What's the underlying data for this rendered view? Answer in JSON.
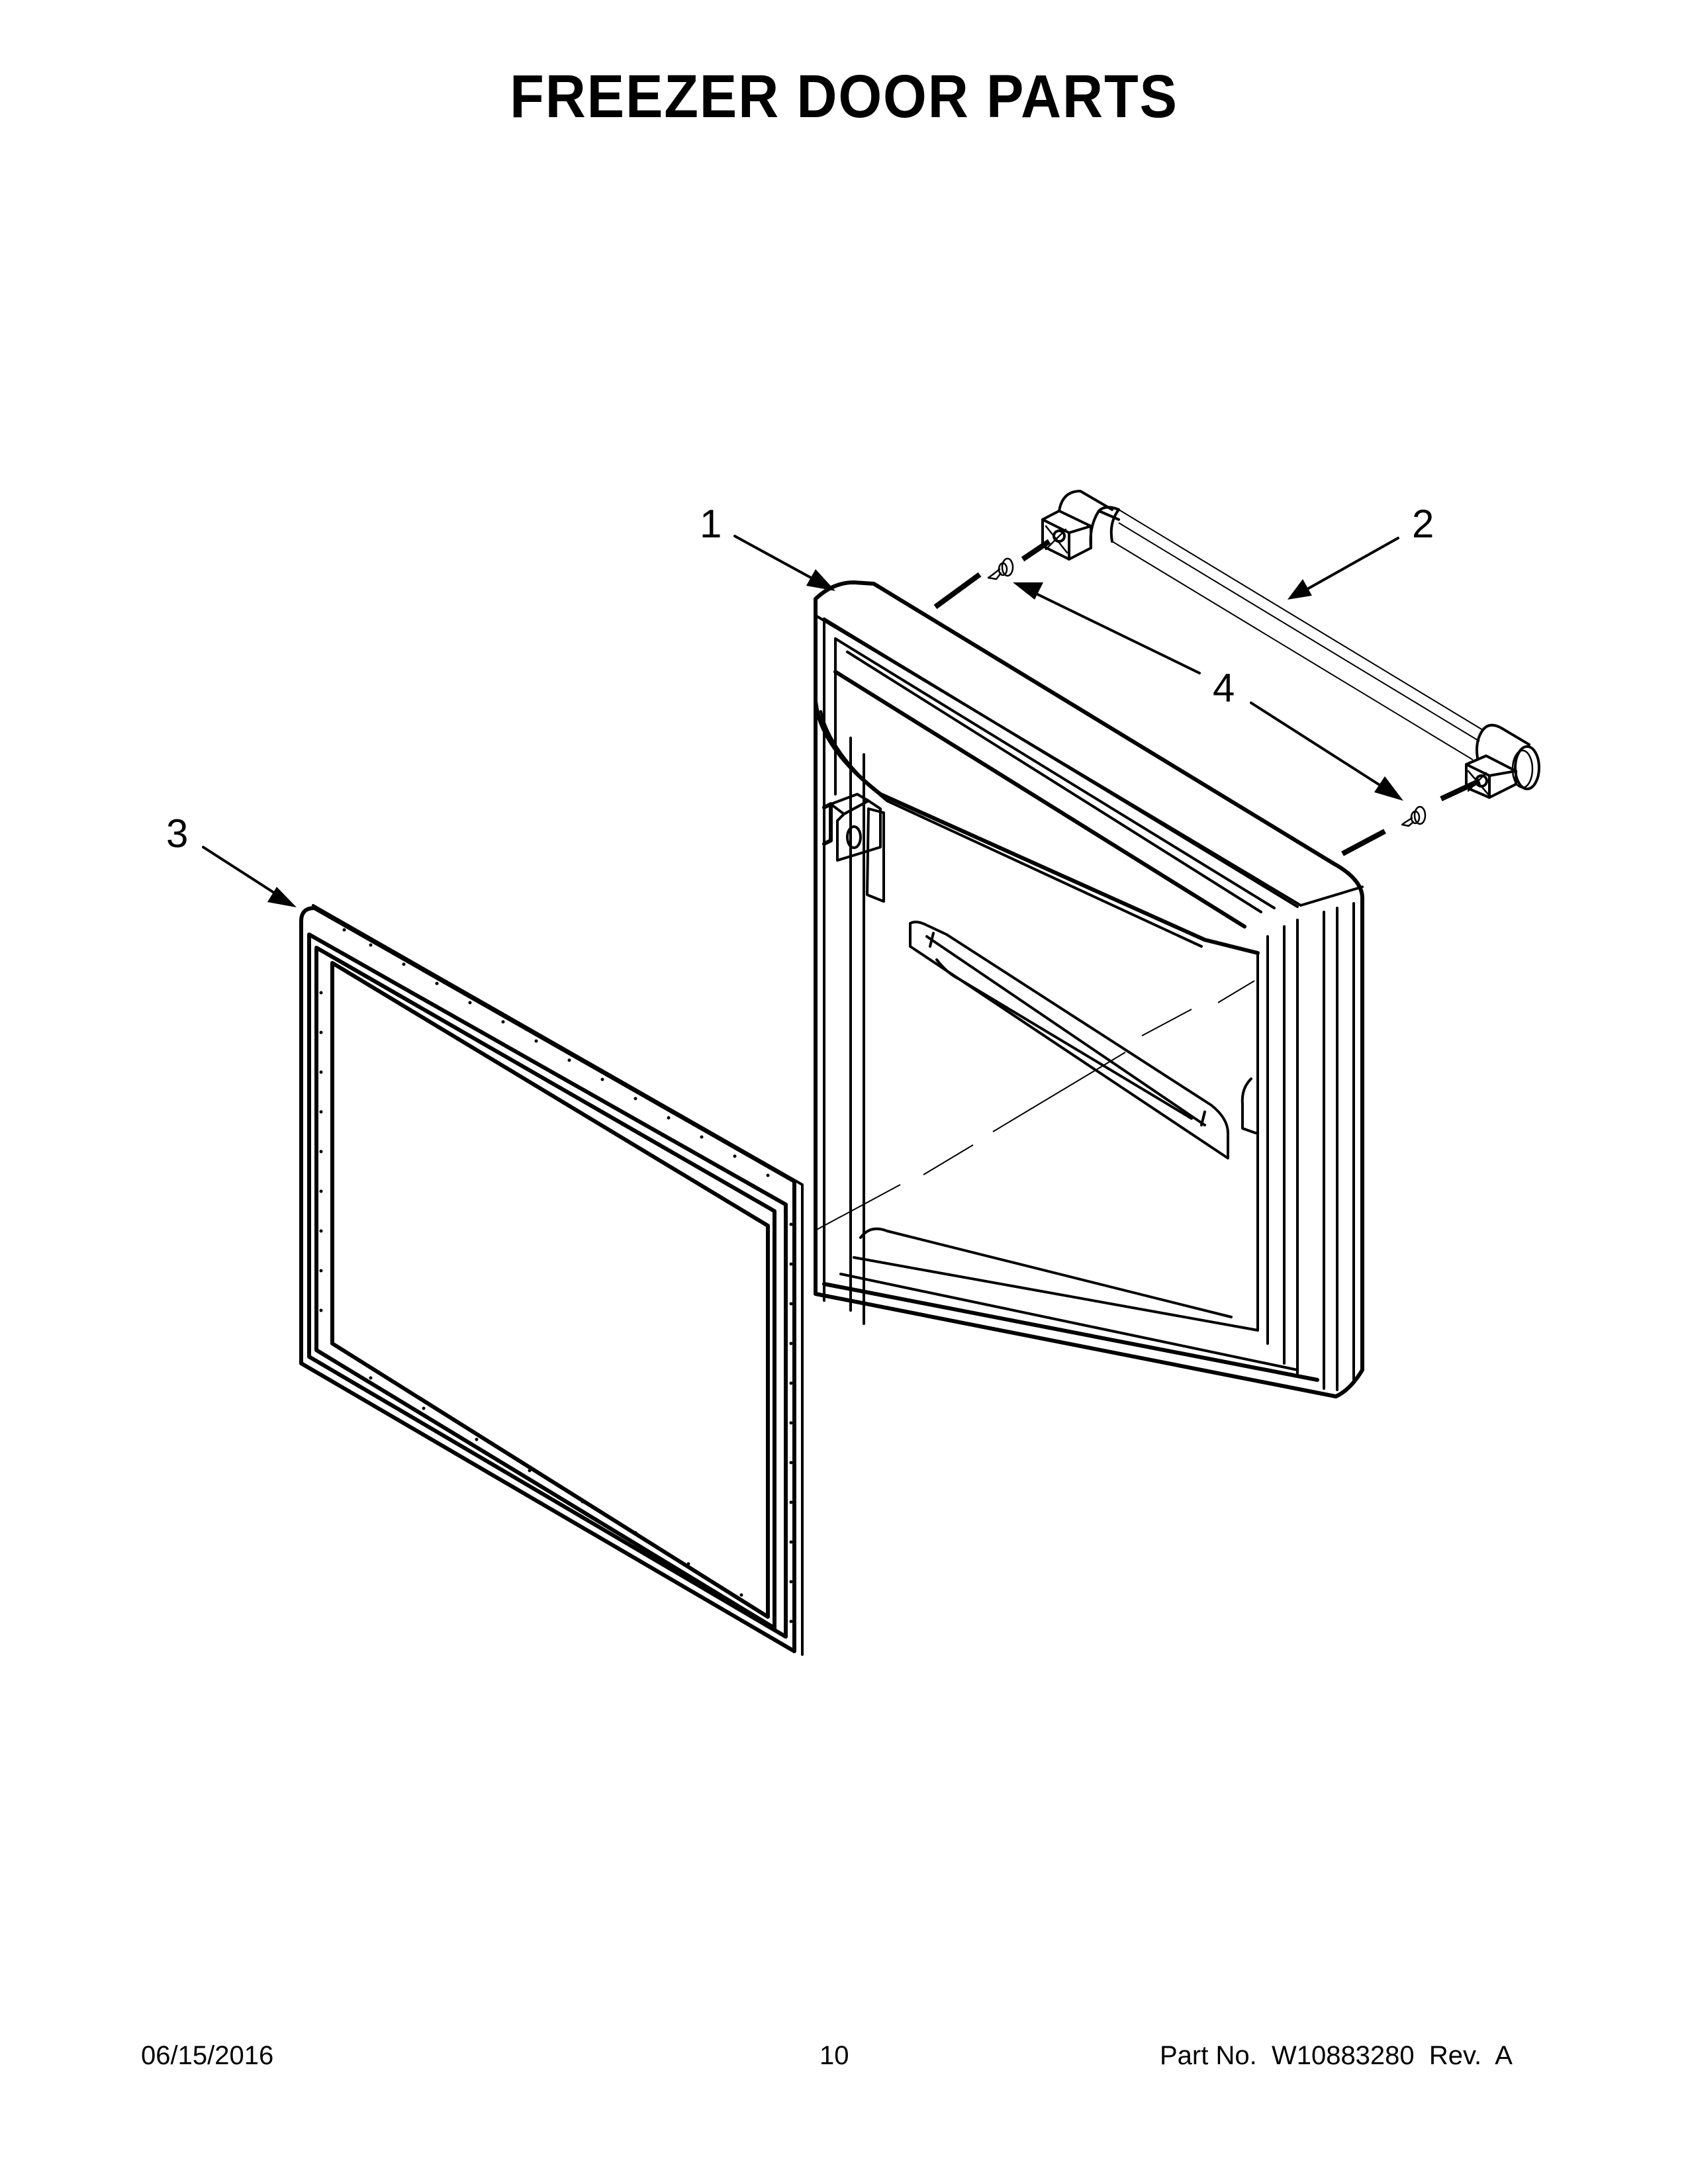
{
  "page": {
    "title": "FREEZER DOOR PARTS",
    "background": "#ffffff",
    "ink": "#000000"
  },
  "diagram": {
    "callouts": [
      {
        "number": "1",
        "part": "freezer-door"
      },
      {
        "number": "2",
        "part": "door-handle"
      },
      {
        "number": "3",
        "part": "door-gasket"
      },
      {
        "number": "4",
        "part": "handle-mounting-screw"
      }
    ]
  },
  "footer": {
    "date": "06/15/2016",
    "page_number": "10",
    "part_label": "Part No.  W10883280  Rev.  A"
  }
}
